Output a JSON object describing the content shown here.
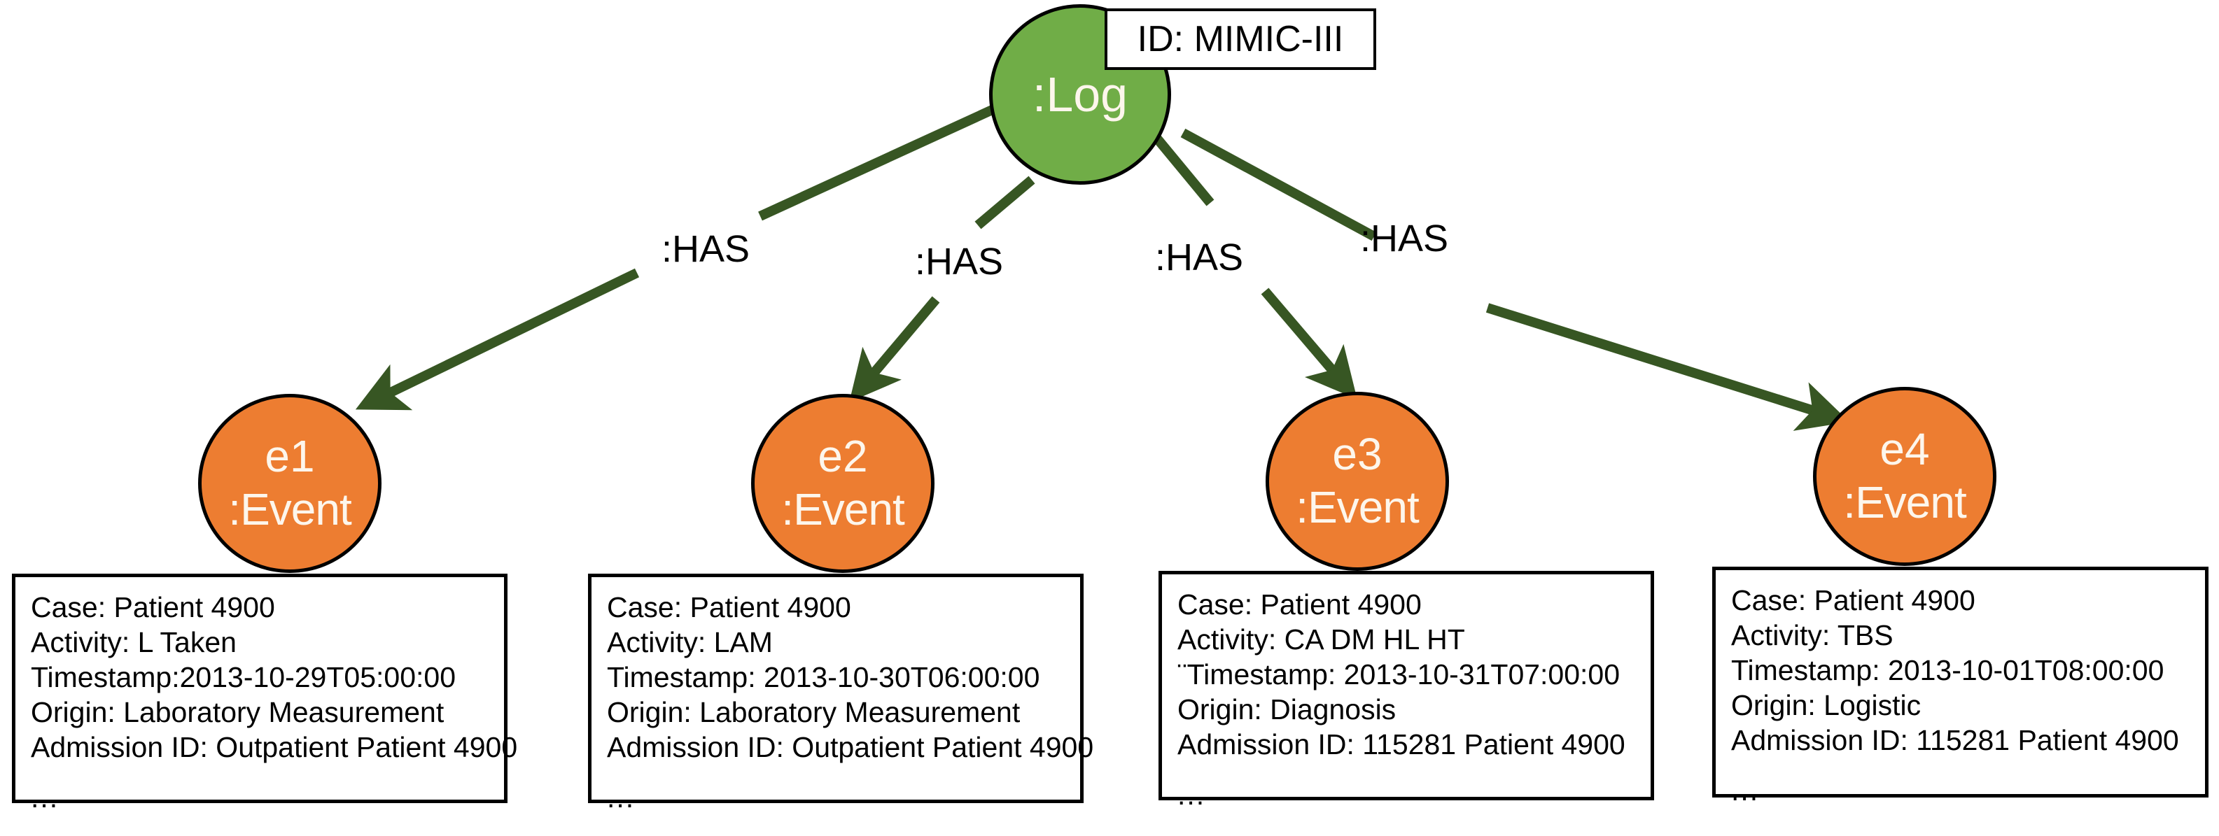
{
  "diagram": {
    "title": "Log and Event node graph",
    "colors": {
      "log_node_fill": "#70AD47",
      "event_node_fill": "#ED7D31",
      "edge_stroke": "#375623",
      "node_stroke": "#000000",
      "node_text": "#FDF6EC",
      "background": "#ffffff"
    }
  },
  "log_node": {
    "label": ":Log",
    "id_property": "ID: MIMIC-III"
  },
  "edges": [
    {
      "label": ":HAS",
      "from": "log",
      "to": "e1"
    },
    {
      "label": ":HAS",
      "from": "log",
      "to": "e2"
    },
    {
      "label": ":HAS",
      "from": "log",
      "to": "e3"
    },
    {
      "label": ":HAS",
      "from": "log",
      "to": "e4"
    }
  ],
  "events": [
    {
      "id": "e1",
      "type": ":Event",
      "properties": {
        "case": "Case: Patient 4900",
        "activity": "Activity: L Taken",
        "timestamp": "Timestamp:2013-10-29T05:00:00",
        "origin": "Origin: Laboratory Measurement",
        "admission_id": "Admission ID: Outpatient Patient 4900",
        "more": "..."
      }
    },
    {
      "id": "e2",
      "type": ":Event",
      "properties": {
        "case": "Case: Patient 4900",
        "activity": "Activity: LAM",
        "timestamp": "Timestamp: 2013-10-30T06:00:00",
        "origin": "Origin: Laboratory Measurement",
        "admission_id": "Admission ID: Outpatient Patient 4900",
        "more": "..."
      }
    },
    {
      "id": "e3",
      "type": ":Event",
      "properties": {
        "case": "Case: Patient 4900",
        "activity": "Activity: CA DM HL HT",
        "timestamp": "¨Timestamp: 2013-10-31T07:00:00",
        "origin": "Origin: Diagnosis",
        "admission_id": "Admission ID: 115281 Patient 4900",
        "more": "..."
      }
    },
    {
      "id": "e4",
      "type": ":Event",
      "properties": {
        "case": "Case: Patient 4900",
        "activity": "Activity: TBS",
        "timestamp": "Timestamp: 2013-10-01T08:00:00",
        "origin": "Origin: Logistic",
        "admission_id": "Admission ID: 115281 Patient 4900",
        "more": "..."
      }
    }
  ]
}
